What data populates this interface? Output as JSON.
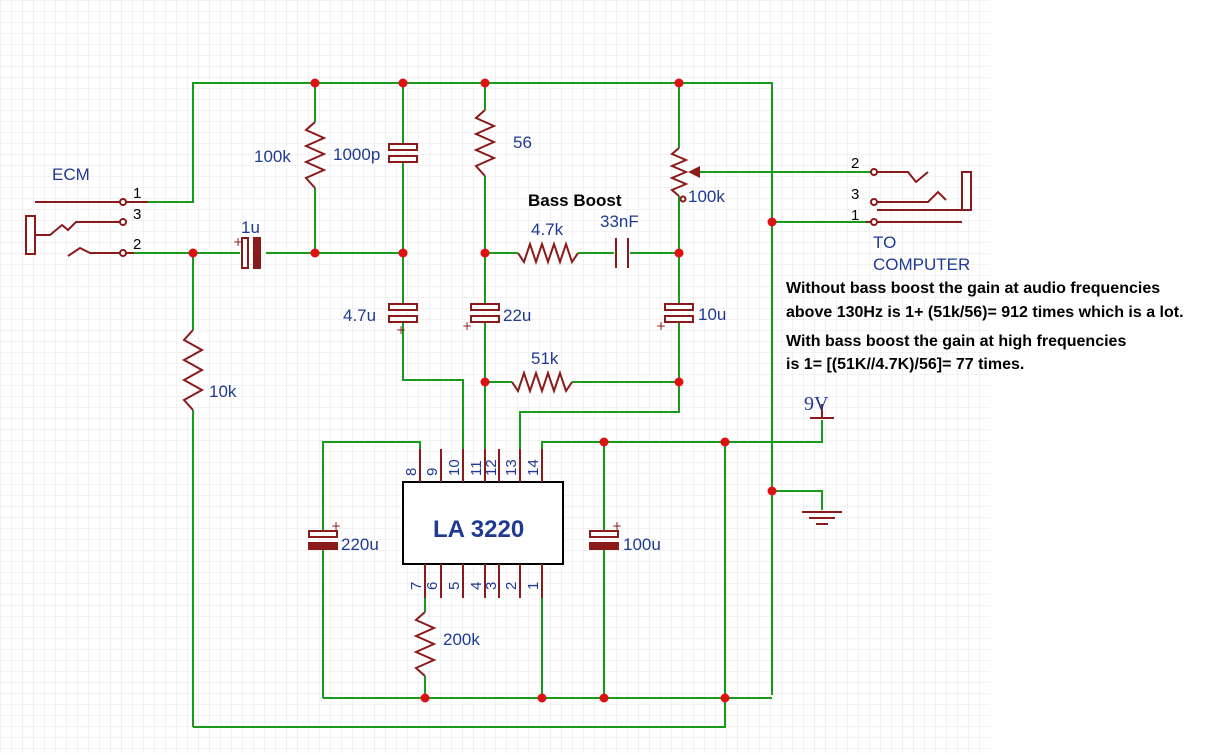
{
  "labels": {
    "ecm": "ECM",
    "to": "TO",
    "computer": "COMPUTER",
    "bass_boost": "Bass Boost",
    "ic": "LA 3220",
    "supply": "9V"
  },
  "components": {
    "r100k": "100k",
    "c1000p": "1000p",
    "r56": "56",
    "pot100k": "100k",
    "c1u": "1u",
    "r47k": "4.7k",
    "c33n": "33nF",
    "c47u": "4.7u",
    "c22u": "22u",
    "c10u": "10u",
    "r51k": "51k",
    "r10k": "10k",
    "c220u": "220u",
    "c100u": "100u",
    "r200k": "200k"
  },
  "jack_pins": {
    "left": [
      "1",
      "3",
      "2"
    ],
    "right": [
      "2",
      "3",
      "1"
    ]
  },
  "ic_pins": {
    "top": [
      "8",
      "9",
      "10",
      "11",
      "12",
      "13",
      "14"
    ],
    "bottom": [
      "7",
      "6",
      "5",
      "4",
      "3",
      "2",
      "1"
    ]
  },
  "notes": {
    "line1": "Without bass boost the gain at audio frequencies",
    "line2": "above 130Hz is 1+ (51k/56)= 912 times which is a lot.",
    "line3": "With bass boost the gain at high frequencies",
    "line4": "is 1= [(51K//4.7K)/56]= 77 times."
  },
  "colors": {
    "wire": "#1a9a1a",
    "component": "#8b1a1a",
    "label": "#1f3a93",
    "junction": "#dd1111"
  }
}
